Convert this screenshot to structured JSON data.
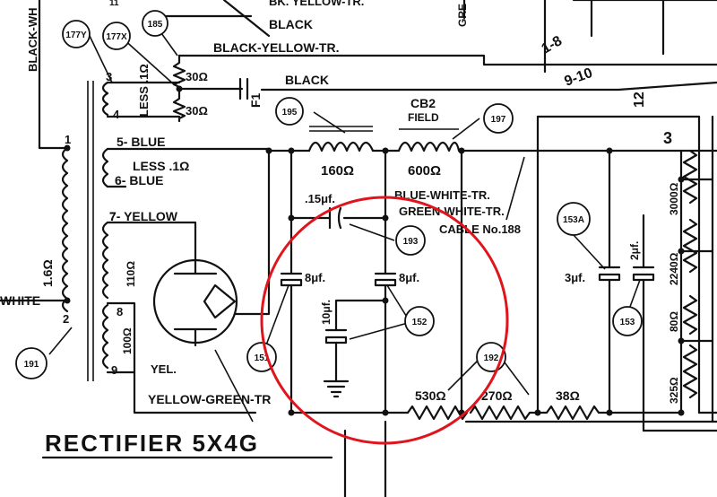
{
  "title": "RECTIFIER 5X4G",
  "colors": {
    "ink": "#111111",
    "highlight": "#e0141c",
    "paper": "#ffffff"
  },
  "wires": {
    "black_white": "BLACK-WH",
    "white": "WHITE",
    "black_top": "BLACK",
    "black_yellow": "BLACK-YELLOW-TR.",
    "bk_yellow_top": "BK. YELLOW-TR.",
    "black_mid": "BLACK",
    "blue5": "5- BLUE",
    "blue6": "6- BLUE",
    "yellow7": "7- YELLOW",
    "yel": "YEL.",
    "yellow_green": "YELLOW-GREEN-TR",
    "blue_white": "BLUE-WHITE-TR.",
    "green_white": "GREEN-WHITE-TR.",
    "cable": "CABLE No.188",
    "gre": "GRE"
  },
  "labels": {
    "less_1_top": "LESS .1Ω",
    "less_1_mid": "LESS .1Ω",
    "r30a": "30Ω",
    "r30b": "30Ω",
    "f1": "F1",
    "ind_1_6": "1.6Ω",
    "r110": "110Ω",
    "r100": "100Ω",
    "choke_160": "160Ω",
    "field_600": "600Ω",
    "cb2": "CB2",
    "field": "FIELD",
    "cap15": ".15μf.",
    "cap8a": "8μf.",
    "cap8b": "8μf.",
    "cap10": "10μf.",
    "cap3": "3μf.",
    "cap2": "2μf.",
    "r530": "530Ω",
    "r270": "270Ω",
    "r38": "38Ω",
    "r3000": "3000Ω",
    "r2240": "2240Ω",
    "r80": "80Ω",
    "r325": "325Ω",
    "n1_8": "1-8",
    "n9_10": "9-10",
    "n12": "12",
    "n3r": "3",
    "n11": "11"
  },
  "pins": {
    "p1": "1",
    "p2": "2",
    "p3": "3",
    "p4": "4",
    "p7": "7",
    "p8": "8",
    "p9": "9"
  },
  "refs": {
    "r177Y": "177Y",
    "r177X": "177X",
    "r185": "185",
    "r195": "195",
    "r197": "197",
    "r193": "193",
    "r191": "191",
    "r151": "151",
    "r152": "152",
    "r192": "192",
    "r153A": "153A",
    "r153": "153"
  }
}
